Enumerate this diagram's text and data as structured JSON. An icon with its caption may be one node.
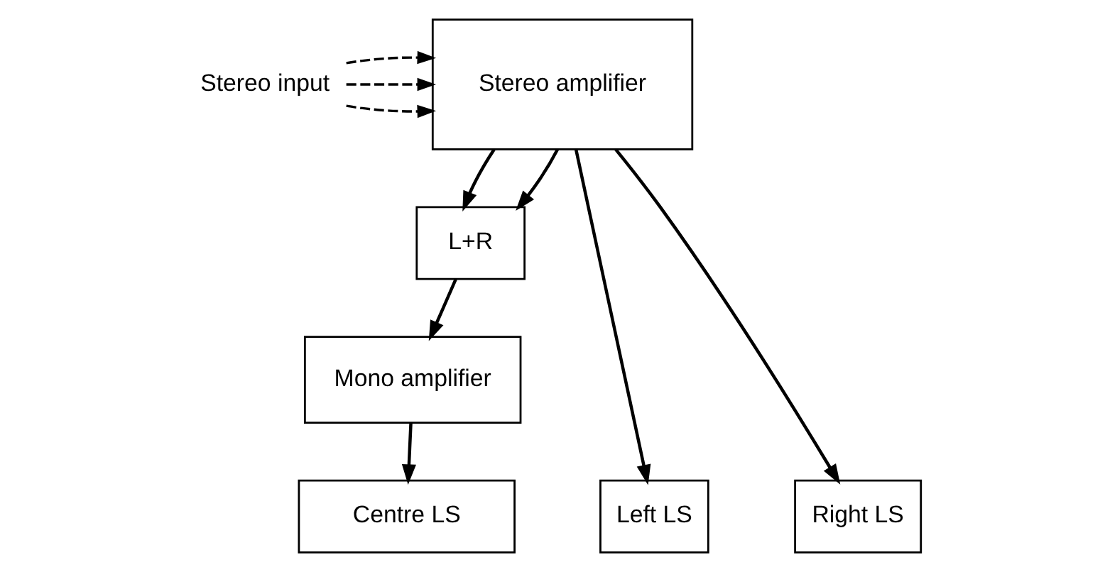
{
  "diagram": {
    "nodes": [
      {
        "text": [
          "Stereo input"
        ]
      },
      {
        "text": [
          "Stereo amplifier"
        ]
      },
      {
        "text": [
          "L+R"
        ]
      },
      {
        "text": [
          "Mono amplifier"
        ]
      },
      {
        "text": [
          "Centre LS"
        ]
      },
      {
        "text": [
          "Left LS"
        ]
      },
      {
        "text": [
          "Right LS"
        ]
      }
    ],
    "edges": [
      {
        "from": 0,
        "to": 1,
        "arrow": "to",
        "style": "dashed"
      },
      {
        "from": 0,
        "to": 1,
        "arrow": "to",
        "style": "dashed"
      },
      {
        "from": 0,
        "to": 1,
        "arrow": "to",
        "style": "dashed"
      },
      {
        "from": 1,
        "to": 2,
        "arrow": "to"
      },
      {
        "from": 1,
        "to": 2,
        "arrow": "to"
      },
      {
        "from": 2,
        "to": 3,
        "arrow": "to"
      },
      {
        "from": 3,
        "to": 4,
        "arrow": "to"
      },
      {
        "from": 1,
        "to": 5,
        "arrow": "to"
      },
      {
        "from": 1,
        "to": 6,
        "arrow": "to"
      }
    ]
  }
}
